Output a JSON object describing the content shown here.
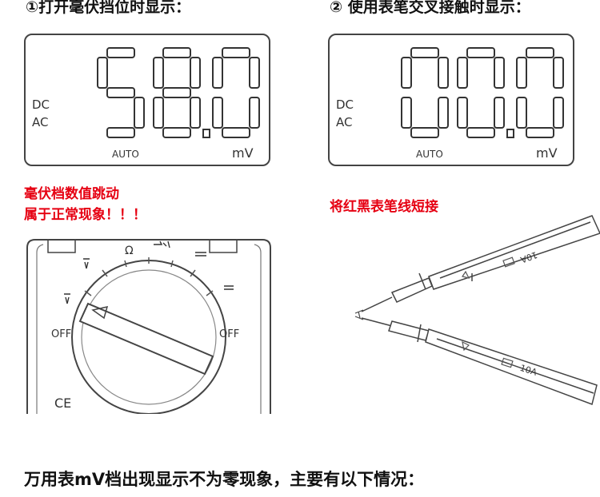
{
  "steps": {
    "left_title": "①打开毫伏挡位时显示：",
    "right_title": "② 使用表笔交叉接触时显示："
  },
  "lcd_left": {
    "mode_dc": "DC",
    "mode_ac": "AC",
    "reading": "58.0",
    "auto": "AUTO",
    "unit": "mV"
  },
  "lcd_right": {
    "mode_dc": "DC",
    "mode_ac": "AC",
    "reading": "00.0",
    "auto": "AUTO",
    "unit": "mV"
  },
  "notes": {
    "left_line1": "毫伏档数值跳动",
    "left_line2": "属于正常现象！！！",
    "right_line1": "将红黑表笔线短接"
  },
  "dial": {
    "off_left": "OFF",
    "off_right": "OFF",
    "ohm": "Ω",
    "ce": "CE"
  },
  "probes": {
    "top_label": "10A",
    "bottom_label": "10A"
  },
  "footer": {
    "text": "万用表mV档出现显示不为零现象，主要有以下情况："
  }
}
